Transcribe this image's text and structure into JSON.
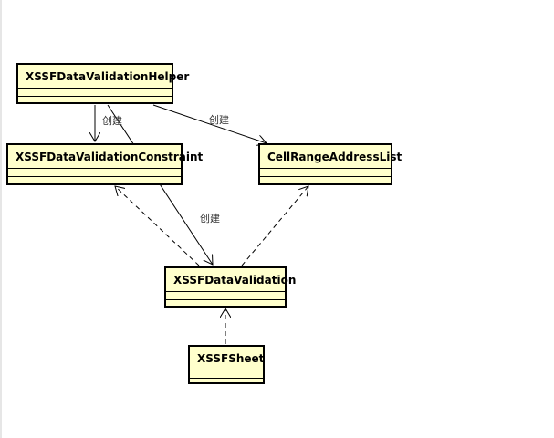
{
  "classes": {
    "helper": "XSSFDataValidationHelper",
    "constraint": "XSSFDataValidationConstraint",
    "address_list": "CellRangeAddressList",
    "validation": "XSSFDataValidation",
    "sheet": "XSSFSheet"
  },
  "edges": {
    "helper_to_constraint": "创建",
    "helper_to_address_list": "创建",
    "helper_to_validation": "创建"
  },
  "colors": {
    "class_fill": "#ffffcc",
    "line": "#000000"
  }
}
